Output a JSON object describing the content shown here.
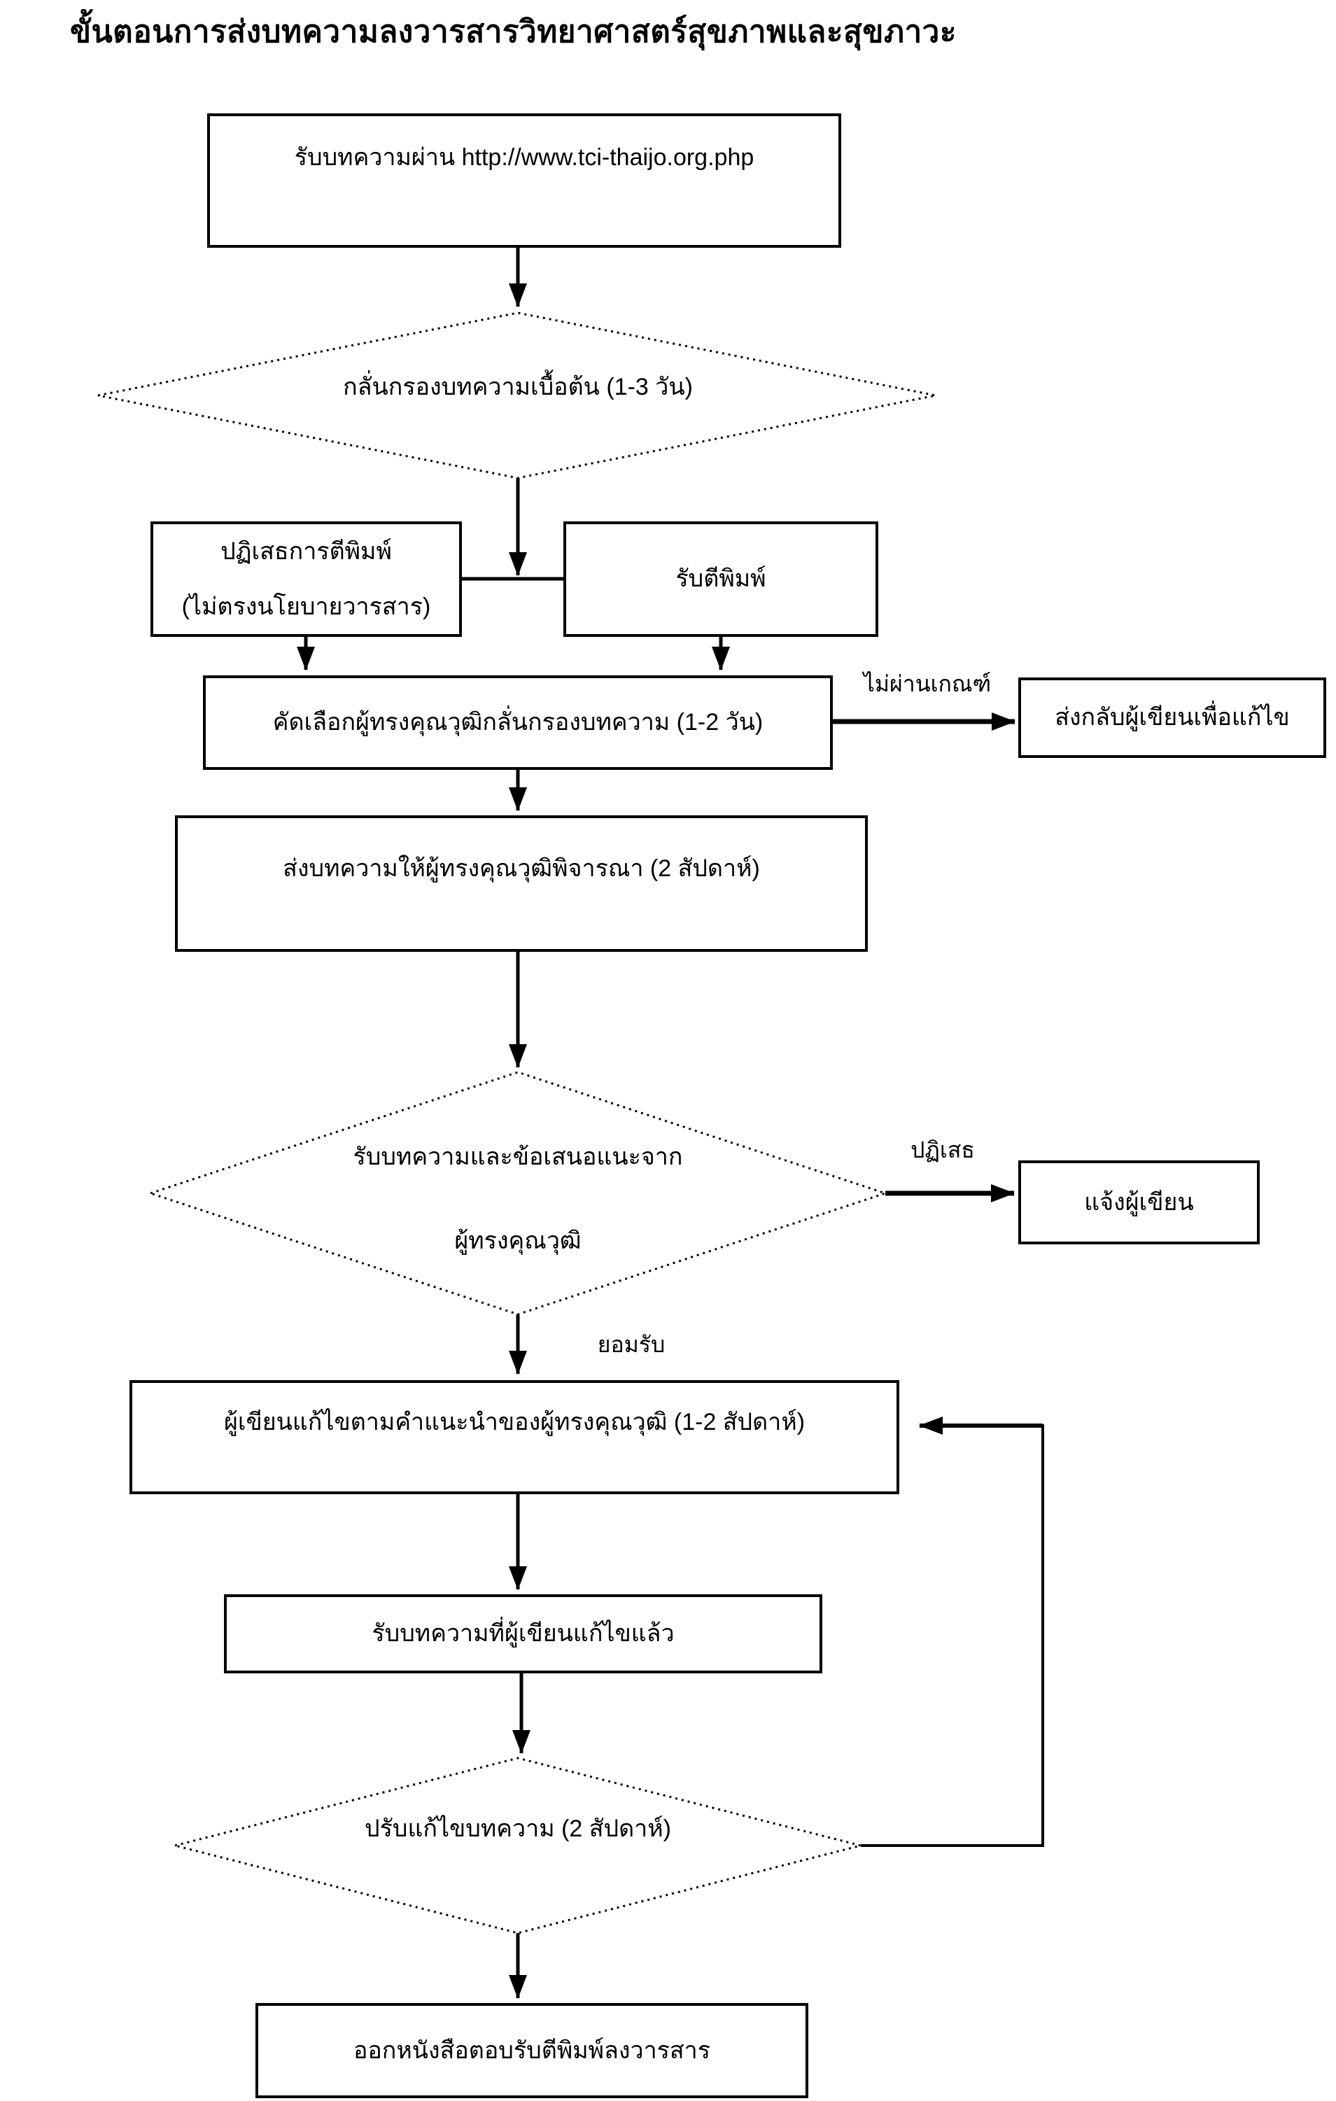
{
  "flowchart": {
    "title": "ขั้นตอนการส่งบทความลงวารสารวิทยาศาสตร์สุขภาพและสุขภาวะ",
    "nodes": {
      "submit": {
        "type": "process",
        "label": "รับบทความผ่าน http://www.tci-thaijo.org.php"
      },
      "screening": {
        "type": "decision",
        "label": "กลั่นกรองบทความเบื้อต้น (1-3 วัน)"
      },
      "reject_publish": {
        "type": "process",
        "line1": "ปฏิเสธการตีพิมพ์",
        "line2": "(ไม่ตรงนโยบายวารสาร)"
      },
      "accept_publish": {
        "type": "process",
        "label": "รับตีพิมพ์"
      },
      "select_reviewers": {
        "type": "process",
        "label": "คัดเลือกผู้ทรงคุณวุฒิกลั่นกรองบทความ (1-2 วัน)"
      },
      "return_to_author": {
        "type": "process",
        "label": "ส่งกลับผู้เขียนเพื่อแก้ไข"
      },
      "send_to_reviewers": {
        "type": "process",
        "label": "ส่งบทความให้ผู้ทรงคุณวุฒิพิจารณา (2 สัปดาห์)"
      },
      "receive_feedback": {
        "type": "decision",
        "line1": "รับบทความและข้อเสนอแนะจาก",
        "line2": "ผู้ทรงคุณวุฒิ"
      },
      "notify_author": {
        "type": "process",
        "label": "แจ้งผู้เขียน"
      },
      "author_revise": {
        "type": "process",
        "label": "ผู้เขียนแก้ไขตามคำแนะนำของผู้ทรงคุณวุฒิ (1-2 สัปดาห์)"
      },
      "receive_revised": {
        "type": "process",
        "label": "รับบทความที่ผู้เขียนแก้ไขแล้ว"
      },
      "adjust_article": {
        "type": "decision",
        "label": "ปรับแก้ไขบทความ (2 สัปดาห์)"
      },
      "issue_letter": {
        "type": "process",
        "label": "ออกหนังสือตอบรับตีพิมพ์ลงวารสาร"
      }
    },
    "edge_labels": {
      "fail_criteria": "ไม่ผ่านเกณฑ์",
      "reject": "ปฏิเสธ",
      "accept": "ยอมรับ"
    },
    "colors": {
      "line": "#000000",
      "background": "#ffffff"
    }
  }
}
